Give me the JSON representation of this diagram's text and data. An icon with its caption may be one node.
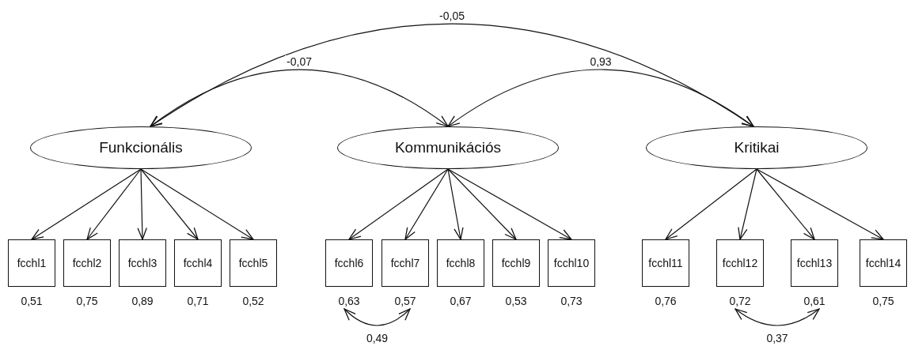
{
  "diagram": {
    "nodes": [
      {
        "text": [
          "Funkcionális"
        ]
      },
      {
        "text": [
          "Kommunikációs"
        ]
      },
      {
        "text": [
          "Kritikai"
        ]
      },
      {
        "text": [
          "fcchl1"
        ],
        "beside": [
          "0,51"
        ]
      },
      {
        "text": [
          "fcchl2"
        ],
        "beside": [
          "0,75"
        ]
      },
      {
        "text": [
          "fcchl3"
        ],
        "beside": [
          "0,89"
        ]
      },
      {
        "text": [
          "fcchl4"
        ],
        "beside": [
          "0,71"
        ]
      },
      {
        "text": [
          "fcchl5"
        ],
        "beside": [
          "0,52"
        ]
      },
      {
        "text": [
          "fcchl6"
        ],
        "beside": [
          "0,63"
        ]
      },
      {
        "text": [
          "fcchl7"
        ],
        "beside": [
          "0,57"
        ]
      },
      {
        "text": [
          "fcchl8"
        ],
        "beside": [
          "0,67"
        ]
      },
      {
        "text": [
          "fcchl9"
        ],
        "beside": [
          "0,53"
        ]
      },
      {
        "text": [
          "fcchl10"
        ],
        "beside": [
          "0,73"
        ]
      },
      {
        "text": [
          "fcchl11"
        ],
        "beside": [
          "0,76"
        ]
      },
      {
        "text": [
          "fcchl12"
        ],
        "beside": [
          "0,72"
        ]
      },
      {
        "text": [
          "fcchl13"
        ],
        "beside": [
          "0,61"
        ]
      },
      {
        "text": [
          "fcchl14"
        ],
        "beside": [
          "0,75"
        ]
      }
    ],
    "edges": [
      {
        "from": 0,
        "to": 3,
        "arrow": "to"
      },
      {
        "from": 0,
        "to": 4,
        "arrow": "to"
      },
      {
        "from": 0,
        "to": 5,
        "arrow": "to"
      },
      {
        "from": 0,
        "to": 6,
        "arrow": "to"
      },
      {
        "from": 0,
        "to": 7,
        "arrow": "to"
      },
      {
        "from": 1,
        "to": 8,
        "arrow": "to"
      },
      {
        "from": 1,
        "to": 9,
        "arrow": "to"
      },
      {
        "from": 1,
        "to": 10,
        "arrow": "to"
      },
      {
        "from": 1,
        "to": 11,
        "arrow": "to"
      },
      {
        "from": 1,
        "to": 12,
        "arrow": "to"
      },
      {
        "from": 2,
        "to": 13,
        "arrow": "to"
      },
      {
        "from": 2,
        "to": 14,
        "arrow": "to"
      },
      {
        "from": 2,
        "to": 15,
        "arrow": "to"
      },
      {
        "from": 2,
        "to": 16,
        "arrow": "to"
      },
      {
        "from": 0,
        "to": 2,
        "arrow": "both",
        "label": "-0,05"
      },
      {
        "from": 0,
        "to": 1,
        "arrow": "both",
        "label": "-0,07"
      },
      {
        "from": 1,
        "to": 2,
        "arrow": "both",
        "label": "0,93"
      },
      {
        "from": 8,
        "to": 9,
        "arrow": "both",
        "label": "0,49"
      },
      {
        "from": 14,
        "to": 15,
        "arrow": "both",
        "label": "0,37"
      }
    ]
  }
}
